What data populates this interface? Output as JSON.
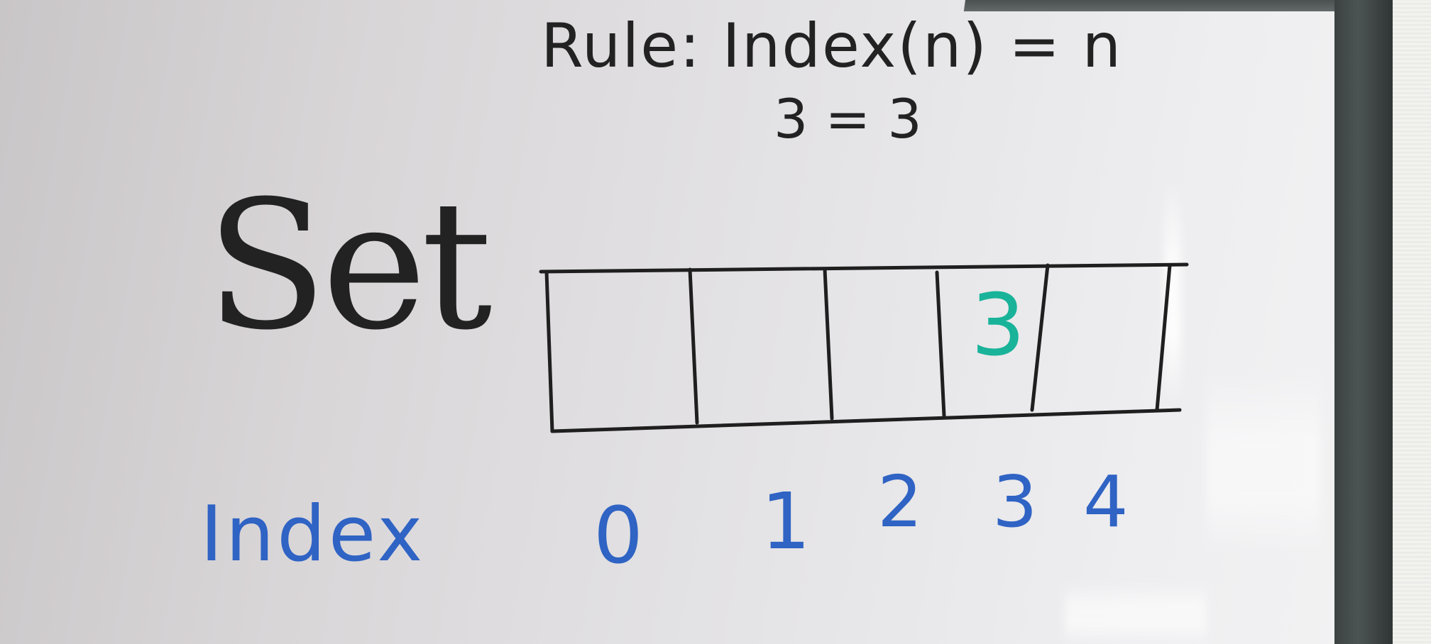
{
  "rule_line": "Rule: Index(n) = n",
  "equation_line": "3 = 3",
  "array_label": "Set",
  "index_label": "Index",
  "indices": [
    "0",
    "1",
    "2",
    "3",
    "4"
  ],
  "cells": [
    "",
    "",
    "",
    "3",
    ""
  ],
  "colors": {
    "marker_black": "#222222",
    "marker_blue": "#2f63c4",
    "marker_teal": "#19b39a"
  }
}
